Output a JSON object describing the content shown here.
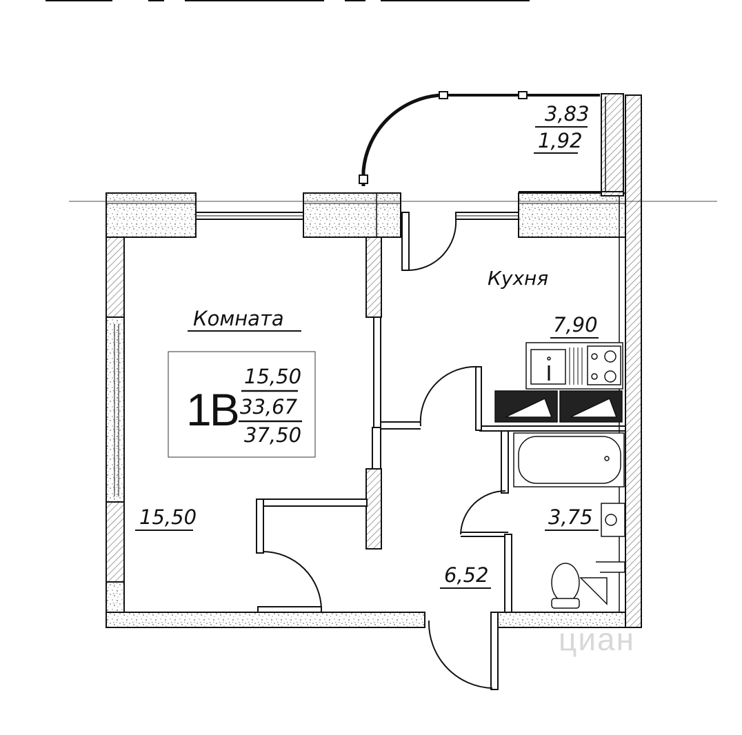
{
  "plan": {
    "rooms": {
      "room": {
        "name": "Комната",
        "area": "15,50"
      },
      "kitchen": {
        "name": "Кухня",
        "area": "7,90"
      },
      "bathroom": {
        "area": "3,75"
      },
      "hallway": {
        "area": "6,52"
      },
      "balcony": {
        "area_full": "3,83",
        "area_reduced": "1,92"
      }
    },
    "apartment": {
      "type": "1В",
      "living_area": "15,50",
      "total_area": "33,67",
      "total_with_balcony": "37,50"
    }
  },
  "watermark": {
    "text": "циан"
  },
  "colors": {
    "line": "#111111",
    "hatch": "#888888",
    "background": "#ffffff"
  }
}
